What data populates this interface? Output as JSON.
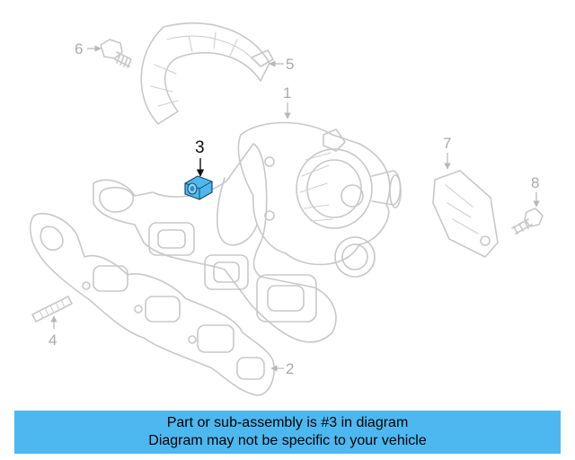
{
  "diagram": {
    "callouts": {
      "c1": "1",
      "c2": "2",
      "c3": "3",
      "c4": "4",
      "c5": "5",
      "c6": "6",
      "c7": "7",
      "c8": "8"
    },
    "highlighted_part": "3",
    "highlight_color": "#4db8f0",
    "ghost_color": "#c8c8c8"
  },
  "banner": {
    "line1": "Part or sub-assembly is #3 in diagram",
    "line2": "Diagram may not be specific to your vehicle",
    "background": "#4db8f0"
  }
}
